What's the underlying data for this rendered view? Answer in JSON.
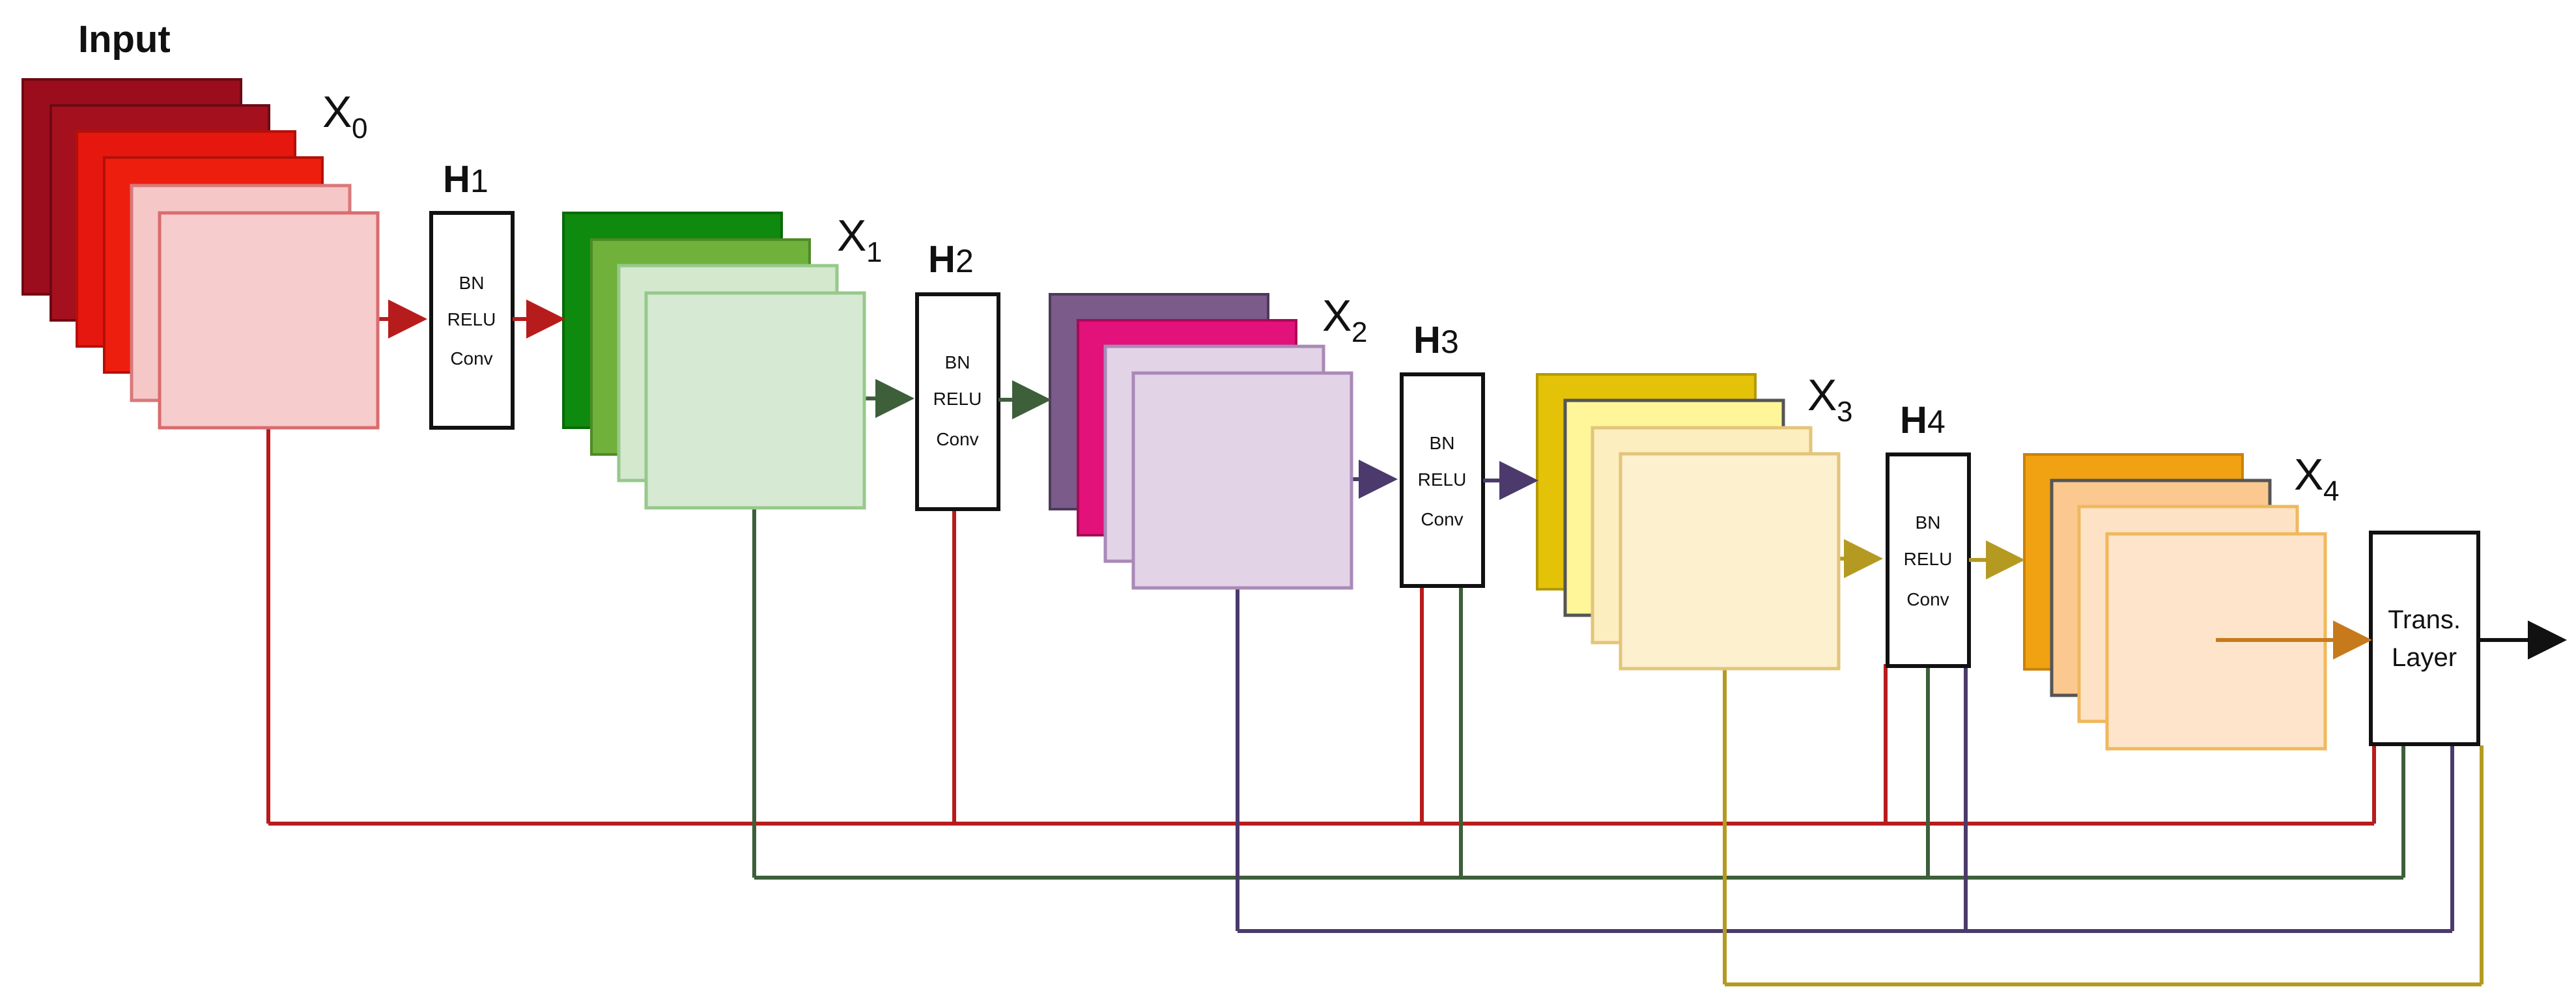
{
  "input_label": "Input",
  "feature_maps": [
    {
      "id": "x0",
      "symbol": "X",
      "subscript": "0"
    },
    {
      "id": "x1",
      "symbol": "X",
      "subscript": "1"
    },
    {
      "id": "x2",
      "symbol": "X",
      "subscript": "2"
    },
    {
      "id": "x3",
      "symbol": "X",
      "subscript": "3"
    },
    {
      "id": "x4",
      "symbol": "X",
      "subscript": "4"
    }
  ],
  "layers": [
    {
      "id": "h1",
      "title": "H",
      "index": "1",
      "lines": [
        "BN",
        "RELU",
        "Conv"
      ]
    },
    {
      "id": "h2",
      "title": "H",
      "index": "2",
      "lines": [
        "BN",
        "RELU",
        "Conv"
      ]
    },
    {
      "id": "h3",
      "title": "H",
      "index": "3",
      "lines": [
        "BN",
        "RELU",
        "Conv"
      ]
    },
    {
      "id": "h4",
      "title": "H",
      "index": "4",
      "lines": [
        "BN",
        "RELU",
        "Conv"
      ]
    }
  ],
  "transition": {
    "lines": [
      "Trans.",
      "Layer"
    ]
  },
  "colors": {
    "red": "#b71c1c",
    "green": "#3d5f3a",
    "purple": "#4b3a6b",
    "gold": "#b59a22",
    "orange": "#c77a1c",
    "black": "#111111"
  }
}
